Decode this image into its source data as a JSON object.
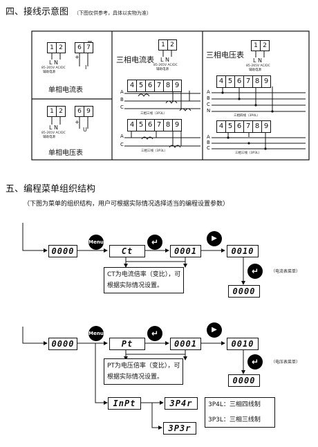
{
  "section4": {
    "title": "四、接线示意图",
    "note": "（下图仅供参考，具体以实物为准）",
    "single_current": {
      "terms_a": [
        "1",
        "2"
      ],
      "terms_b": [
        "6",
        "7"
      ],
      "ln": "L N",
      "plus": "+",
      "i": "I",
      "aux1": "85-265V AC/DC",
      "aux2": "辅助电源",
      "label": "单相电流表"
    },
    "single_voltage": {
      "terms_a": [
        "1",
        "2"
      ],
      "terms_b": [
        "6",
        "9"
      ],
      "ln": "L N",
      "plus": "+",
      "u": "U",
      "aux1": "85-265V AC/DC",
      "aux2": "辅助电源",
      "label": "单相电压表"
    },
    "three_current": {
      "label": "三相电流表",
      "terms_aux": [
        "1",
        "2"
      ],
      "ln": "L N",
      "aux1": "85-265V AC/DC",
      "aux2": "辅助电源",
      "terms_main": [
        "4",
        "5",
        "6",
        "7",
        "8",
        "9"
      ],
      "phases": [
        "A",
        "B",
        "C"
      ],
      "caption1": "三相三线（3P3L）",
      "terms_main2": [
        "4",
        "5",
        "6",
        "7",
        "8",
        "9"
      ],
      "phases2": [
        "A",
        "C"
      ],
      "caption2": "三相三线（3P3L）"
    },
    "three_voltage": {
      "label": "三相电压表",
      "terms_aux": [
        "1",
        "2"
      ],
      "ln": "L N",
      "aux1": "85-265V AC/DC",
      "aux2": "辅助电源",
      "terms_main": [
        "4",
        "5",
        "6",
        "7",
        "8",
        "9"
      ],
      "phases": [
        "A",
        "B",
        "C",
        "N"
      ],
      "caption1": "三相四线（3P4L）",
      "terms_main2": [
        "4",
        "5",
        "6",
        "7",
        "8",
        "9"
      ],
      "phases2": [
        "A",
        "B",
        "C"
      ],
      "caption2": "三相三线（3P3L）"
    }
  },
  "section5": {
    "title": "五、编程菜单组织结构",
    "note": "（下图为菜单的组织结构，用户可根据实际情况选择适当的编程设置参数）",
    "menu1": {
      "display_home": "0000",
      "menu_btn": "Menu",
      "display_ct": "Ct",
      "display_val1": "0001",
      "display_val2": "0010",
      "display_end": "0000",
      "desc1": "CT为电流倍率（变比），可",
      "desc2": "根据实际情况设置。",
      "side_label": "（电流表菜单）"
    },
    "menu2": {
      "display_home": "0000",
      "menu_btn": "Menu",
      "display_pt": "Pt",
      "display_val1": "0001",
      "display_val2": "0010",
      "display_end": "0000",
      "desc1": "PT为电压倍率（变比），可",
      "desc2": "根据实际情况设置。",
      "side_label": "（电压表菜单）",
      "display_input": "InPt",
      "display_3p4r": "3P4r",
      "display_3p3r": "3P3r",
      "opt1": "3P4L：三相四线制",
      "opt2": "3P3L：三相三线制"
    }
  }
}
